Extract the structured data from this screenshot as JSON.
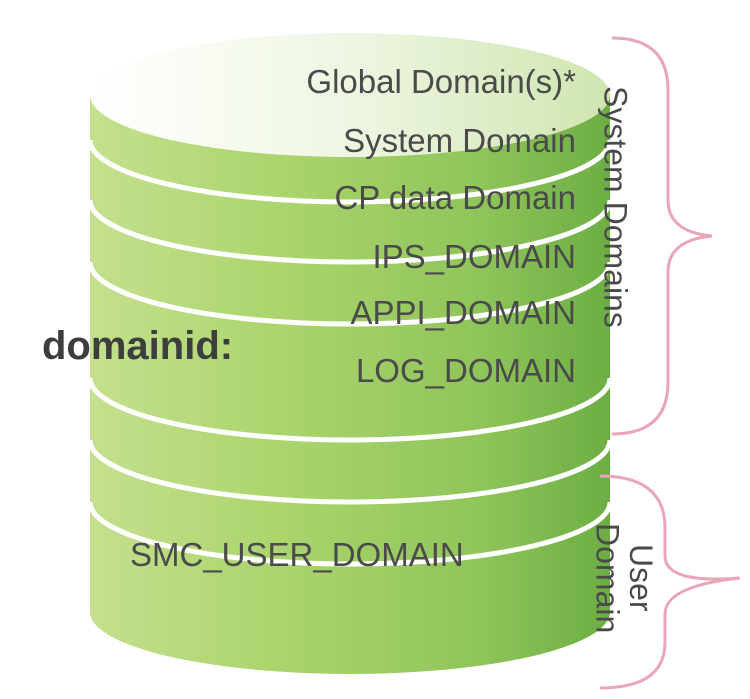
{
  "cylinder": {
    "keyword": "domainid:",
    "system_domains": [
      "Global Domain(s)*",
      "System Domain",
      "CP data Domain",
      "IPS_DOMAIN",
      "APPI_DOMAIN",
      "LOG_DOMAIN"
    ],
    "user_domain": "SMC_USER_DOMAIN"
  },
  "groups": {
    "system_label": "System Domains",
    "user_label_line1": "User",
    "user_label_line2": "Domain"
  },
  "colors": {
    "cylinder_green": "#9ccc5c",
    "cylinder_top": "#eef6e2",
    "bracket_pink": "#e8a7b9",
    "text": "#4a4a4a"
  }
}
